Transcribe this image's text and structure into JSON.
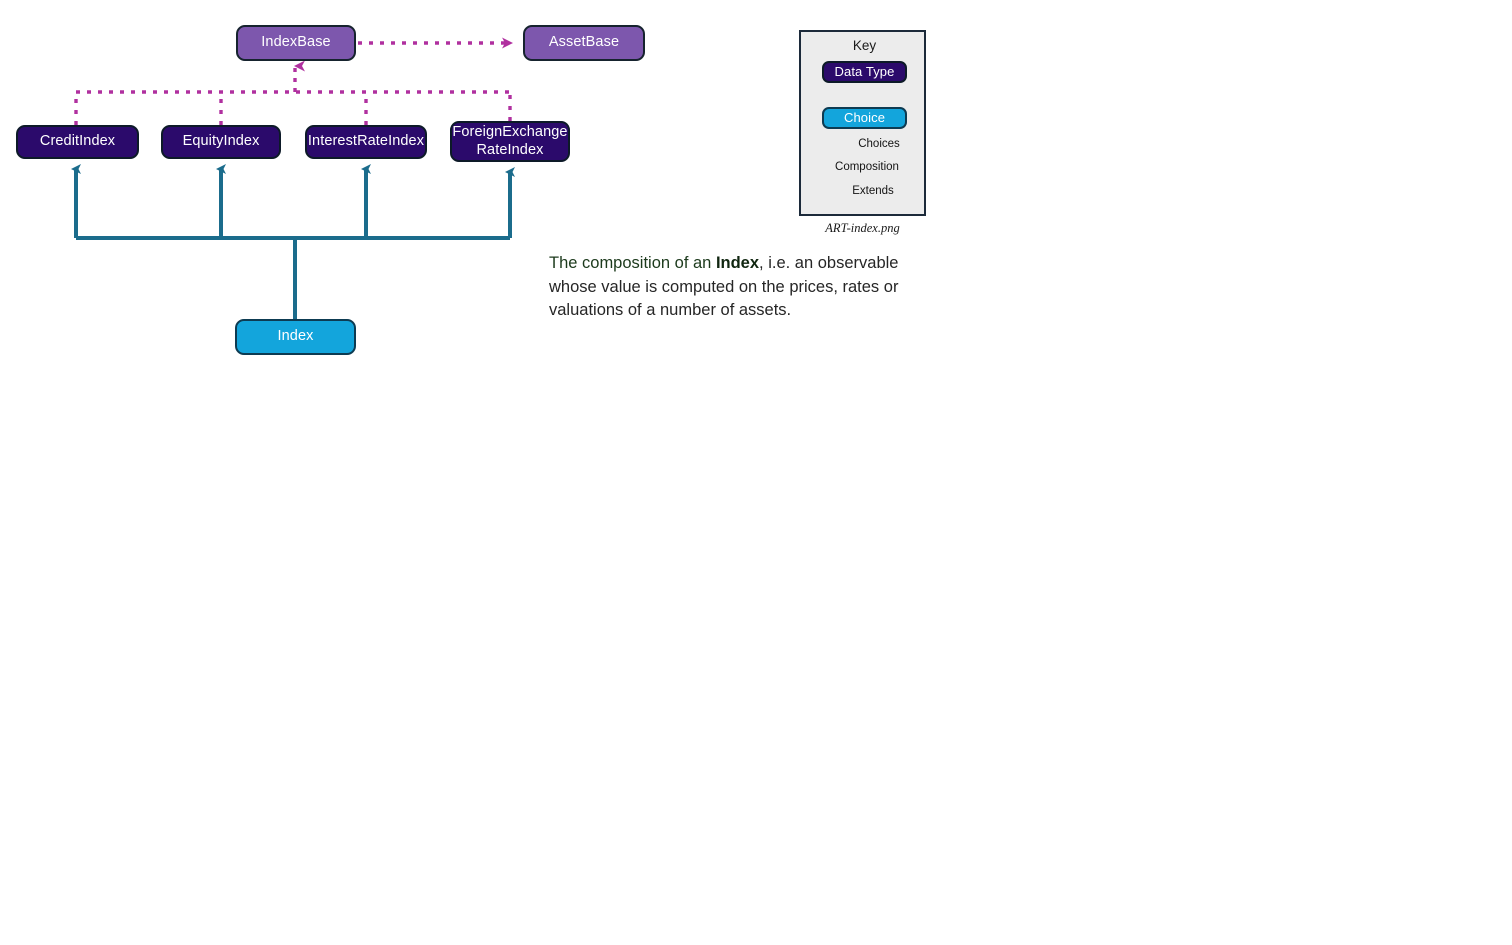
{
  "diagram": {
    "title": "ART-index.png",
    "nodes": {
      "indexbase": {
        "label": "IndexBase",
        "type": "base"
      },
      "assetbase": {
        "label": "AssetBase",
        "type": "base"
      },
      "creditindex": {
        "label": "CreditIndex",
        "type": "data-type"
      },
      "equityindex": {
        "label": "EquityIndex",
        "type": "data-type"
      },
      "interestrateindex": {
        "label": "InterestRateIndex",
        "type": "data-type"
      },
      "fxrateindex": {
        "label": "ForeignExchange",
        "label_line2": "RateIndex",
        "type": "data-type"
      },
      "index": {
        "label": "Index",
        "type": "choice"
      }
    },
    "edges": [
      {
        "from": "IndexBase",
        "to": "AssetBase",
        "kind": "Extends"
      },
      {
        "from": "CreditIndex",
        "to": "IndexBase",
        "kind": "Extends"
      },
      {
        "from": "EquityIndex",
        "to": "IndexBase",
        "kind": "Extends"
      },
      {
        "from": "InterestRateIndex",
        "to": "IndexBase",
        "kind": "Extends"
      },
      {
        "from": "ForeignExchangeRateIndex",
        "to": "IndexBase",
        "kind": "Extends"
      },
      {
        "from": "Index",
        "to": "CreditIndex",
        "kind": "Choices"
      },
      {
        "from": "Index",
        "to": "EquityIndex",
        "kind": "Choices"
      },
      {
        "from": "Index",
        "to": "InterestRateIndex",
        "kind": "Choices"
      },
      {
        "from": "Index",
        "to": "ForeignExchangeRateIndex",
        "kind": "Choices"
      }
    ]
  },
  "key": {
    "title": "Key",
    "data_type_label": "Data Type",
    "choice_label": "Choice",
    "arrows": {
      "choices": "Choices",
      "composition": "Composition",
      "extends": "Extends"
    },
    "caption": "ART-index.png"
  },
  "description": {
    "lead": "The composition of an ",
    "emphasis": "Index",
    "tail": ", i.e. an observable whose value is computed on the prices, rates or valuations of a number of assets."
  },
  "colors": {
    "data_type_fill": "#2b0a6b",
    "choice_fill": "#13a5dc",
    "base_fill": "#7d57ad",
    "choices_arrow": "#1b6c8c",
    "composition_arrow": "#3b0c8f",
    "extends_arrow": "#b0309f",
    "key_background": "#ececec",
    "description_text": "#1c3a1c"
  }
}
